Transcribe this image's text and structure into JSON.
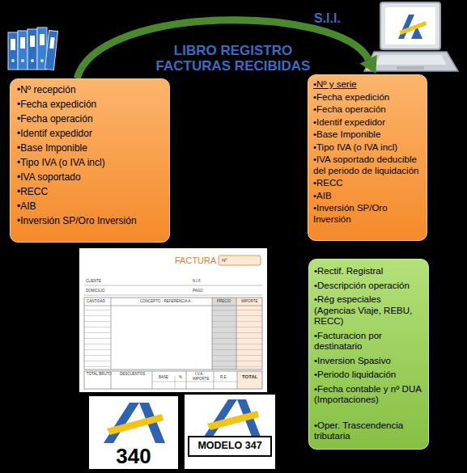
{
  "diagram": {
    "title": "LIBRO REGISTRO FACTURAS RECIBIDAS",
    "nodes": [
      {
        "text": [
          "•Nº  recepción",
          "•Fecha expedición",
          "•Fecha operación",
          "•Identif expedidor",
          "•Base Imponible",
          "•Tipo IVA (o IVA incl)",
          "•IVA soportado",
          "•RECC",
          "•AIB",
          "•Inversión SP/Oro Inversión"
        ]
      },
      {
        "text": [
          "•Nº  y serie",
          "•Fecha expedición",
          "•Fecha operación",
          "•Identif expedidor",
          "•Base Imponible",
          "•Tipo IVA (o IVA incl)",
          "•IVA soportado deducible del periodo de liquidación",
          "•RECC",
          "•AIB",
          "•Inversión SP/Oro Inversión"
        ]
      },
      {
        "text": [
          "•Rectif. Registral",
          "•Descripción operación",
          "•Rég especiales (Agencias Viaje, REBU, RECC)",
          "•Facturacion por destinatario",
          "•Inversion Spasivo",
          "•Periodo liquidación",
          "•Fecha contable y nº DUA (Importaciones)",
          "•Oper. Trascendencia tributaria"
        ]
      }
    ],
    "edges": [
      {
        "from": 0,
        "to": 1,
        "arrow": "to"
      }
    ],
    "labels": [
      "S.I.I.",
      "FACTURA",
      "Nº",
      "CLIENTE",
      "N.I.F.",
      "DOMICILIO",
      "PAGO",
      "CANTIDAD",
      "CONCEPTO - REFERENCIA A.",
      "PRECIO",
      "IMPORTE",
      "TOTAL BRUTO",
      "DESCUENTOS",
      "BASE",
      "%",
      "I.V.A.",
      "IMPORTE",
      "R.E.",
      "TOTAL",
      "340",
      "MODELO 347"
    ]
  }
}
